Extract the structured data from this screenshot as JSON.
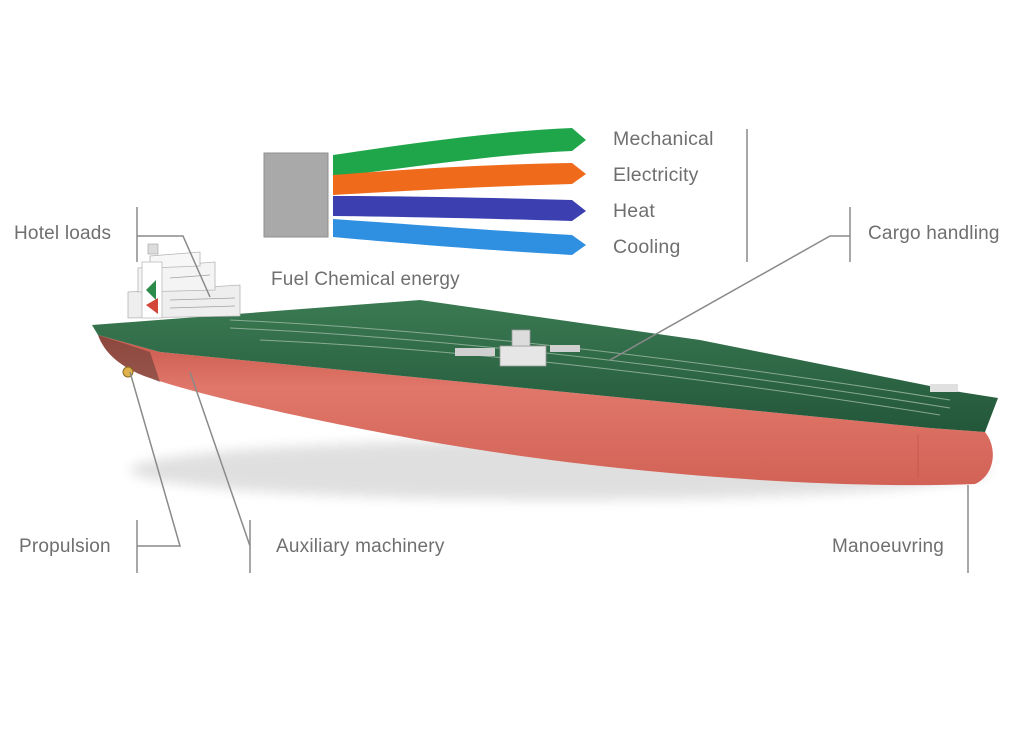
{
  "energy_flow": {
    "source_label": "Fuel Chemical energy",
    "outputs": [
      {
        "label": "Mechanical",
        "color": "#1fa64a"
      },
      {
        "label": "Electricity",
        "color": "#ef6a1a"
      },
      {
        "label": "Heat",
        "color": "#3b3fb0"
      },
      {
        "label": "Cooling",
        "color": "#2f8fe0"
      }
    ],
    "source_color": "#a9a9a9"
  },
  "consumers": {
    "hotel_loads": "Hotel loads",
    "cargo_handling": "Cargo handling",
    "propulsion": "Propulsion",
    "auxiliary_machinery": "Auxiliary machinery",
    "manoeuvring": "Manoeuvring"
  },
  "ship": {
    "deck_color": "#2e6b45",
    "hull_color": "#d9675a",
    "superstructure_color": "#f1f1f1"
  },
  "leader_color": "#8a8a8a"
}
